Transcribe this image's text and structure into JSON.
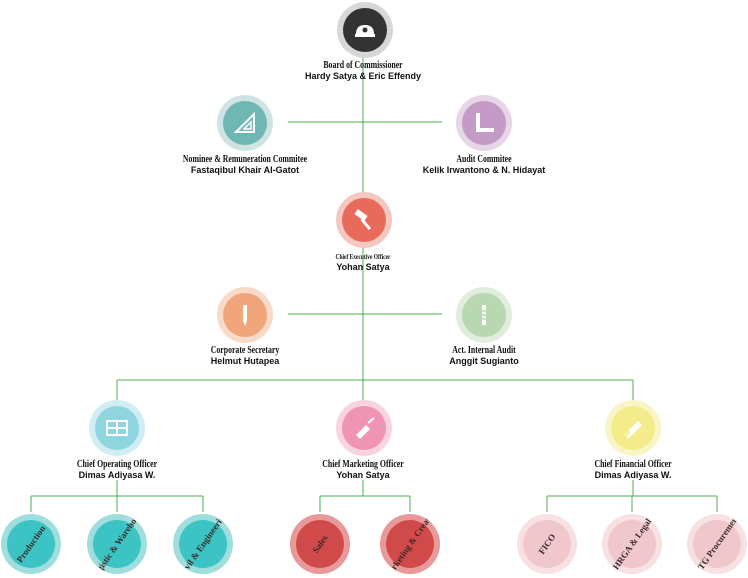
{
  "colors": {
    "line": "#4caf50",
    "board": "#333333",
    "nominee": "#6fb7b4",
    "audit": "#c39bc6",
    "ceo": "#e86a5a",
    "corp_sec": "#f0a67a",
    "internal_audit": "#b8d8b2",
    "coo": "#8fd6e0",
    "cmo": "#ef94b2",
    "cfo": "#f4ec8a",
    "ops_leaf": "#3cc4c4",
    "mkt_leaf": "#d14a4a",
    "fin_leaf": "#f0c8cc"
  },
  "board": {
    "title": "Board of Commissioner",
    "name": "Hardy Satya & Eric Effendy",
    "icon": "hard-hat-icon"
  },
  "nominee": {
    "title": "Nominee & Remuneration Commitee",
    "name": "Fastaqibul Khair Al-Gatot",
    "icon": "set-square-icon"
  },
  "audit": {
    "title": "Audit Commitee",
    "name": "Kelik Irwantono & N. Hidayat",
    "icon": "ruler-square-icon"
  },
  "ceo": {
    "title": "Chief Executive Officer",
    "name": "Yohan Satya",
    "icon": "hammer-icon"
  },
  "corp_sec": {
    "title": "Corporate Secretary",
    "name": "Helmut Hutapea",
    "icon": "pencil-icon"
  },
  "internal_audit": {
    "title": "Act. Internal Audit",
    "name": "Anggit Sugianto",
    "icon": "drill-bit-icon"
  },
  "coo": {
    "title": "Chief Operating Officer",
    "name": "Dimas Adiyasa W.",
    "icon": "scaffold-icon"
  },
  "cmo": {
    "title": "Chief Marketing Officer",
    "name": "Yohan Satya",
    "icon": "trowel-icon"
  },
  "cfo": {
    "title": "Chief Financial Officer",
    "name": "Dimas Adiyasa W.",
    "icon": "saw-icon"
  },
  "leaves": {
    "production": "Production",
    "logistic": "Logistic & Warehouse",
    "civil": "Civil & Engineering",
    "sales": "Sales",
    "marketing": "Marketing & Creative",
    "fico": "FICO",
    "hrga": "HRGA & Legal",
    "ptg": "PTG Procurement"
  }
}
